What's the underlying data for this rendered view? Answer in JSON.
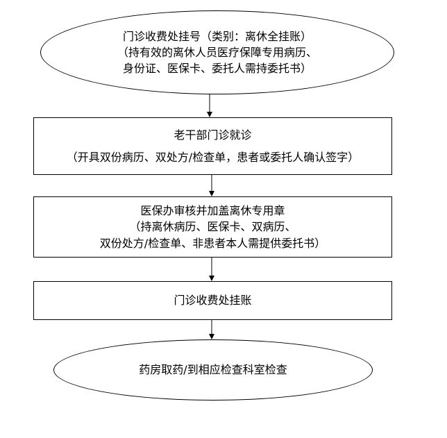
{
  "nodes": [
    {
      "lines": [
        "门诊收费处挂号（类别：离休全挂账）",
        "（持有效的离休人员医疗保障专用病历、",
        "身份证、医保卡、委托人需持委托书）"
      ]
    },
    {
      "lines": [
        "老干部门诊就诊",
        "（开具双份病历、双处方/检查单，患者或委托人确认签字）"
      ]
    },
    {
      "lines": [
        "医保办审核并加盖离休专用章",
        "（持离休病历、医保卡、双病历、",
        "双份处方/检查单、非患者本人需提供委托书）"
      ]
    },
    {
      "lines": [
        "门诊收费处挂账"
      ]
    },
    {
      "lines": [
        "药房取药/到相应检查科室检查"
      ]
    }
  ]
}
